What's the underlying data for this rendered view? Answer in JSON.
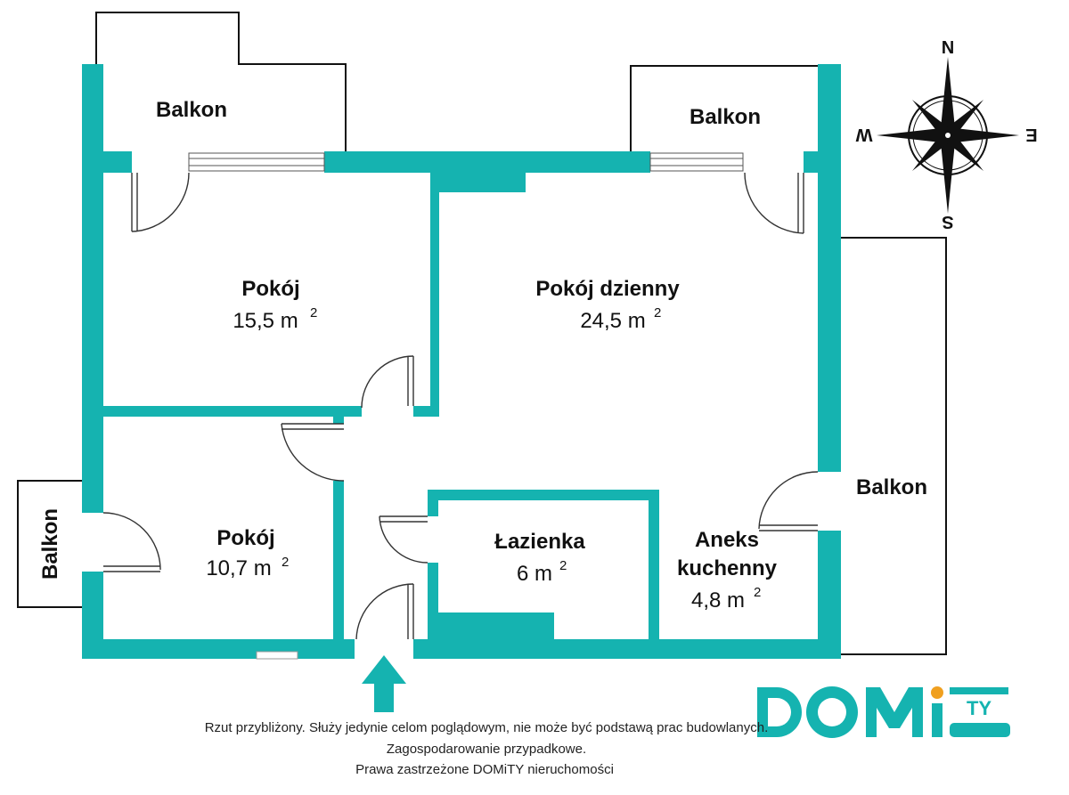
{
  "colors": {
    "wall": "#15b3b0",
    "outline": "#111111",
    "logo_accent": "#f0a020"
  },
  "rooms": {
    "pokoj1": {
      "name": "Pokój",
      "area": "15,5 m",
      "sup": "2"
    },
    "dzienny": {
      "name": "Pokój dzienny",
      "area": "24,5 m",
      "sup": "2"
    },
    "pokoj2": {
      "name": "Pokój",
      "area": "10,7 m",
      "sup": "2"
    },
    "lazienka": {
      "name": "Łazienka",
      "area": "6 m",
      "sup": "2"
    },
    "aneks": {
      "name1": "Aneks",
      "name2": "kuchenny",
      "area": "4,8 m",
      "sup": "2"
    }
  },
  "balconies": [
    "Balkon",
    "Balkon",
    "Balkon",
    "Balkon"
  ],
  "compass": {
    "north": "N",
    "south": "S",
    "east": "E",
    "west": "W"
  },
  "entrance_icon": "entrance-arrow-icon",
  "logo": {
    "text": "DOMITY"
  },
  "footer": {
    "line1": "Rzut przybliżony. Służy jedynie celom poglądowym, nie może być podstawą prac budowlanych.",
    "line2": "Zagospodarowanie przypadkowe.",
    "line3": "Prawa zastrzeżone  DOMiTY nieruchomości"
  }
}
